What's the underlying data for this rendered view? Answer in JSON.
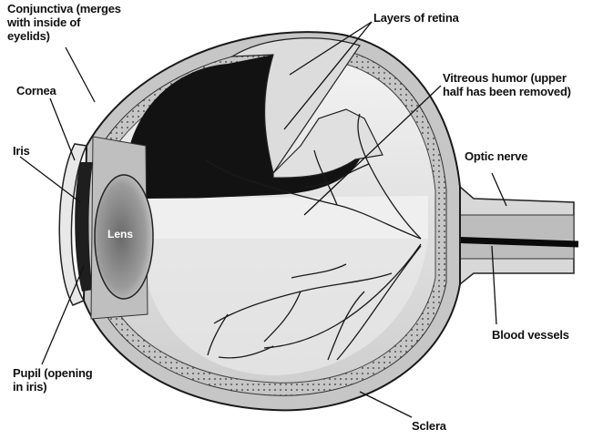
{
  "labels": {
    "conjunctiva": [
      "Conjunctiva (merges",
      "with inside of",
      "eyelids)"
    ],
    "cornea": "Cornea",
    "iris": "Iris",
    "layers_of_retina": "Layers of retina",
    "vitreous_humor": [
      "Vitreous humor (upper",
      "half has been removed)"
    ],
    "optic_nerve": "Optic nerve",
    "lens": "Lens",
    "blood_vessels": "Blood vessels",
    "pupil": [
      "Pupil (opening",
      "in iris)"
    ],
    "sclera": "Sclera"
  },
  "colors": {
    "ink": "#111111",
    "chamber": "#121212",
    "vitreous": "#e4e4e4",
    "sclera": "#bdbdbd",
    "retina": "#8a8a8a"
  }
}
